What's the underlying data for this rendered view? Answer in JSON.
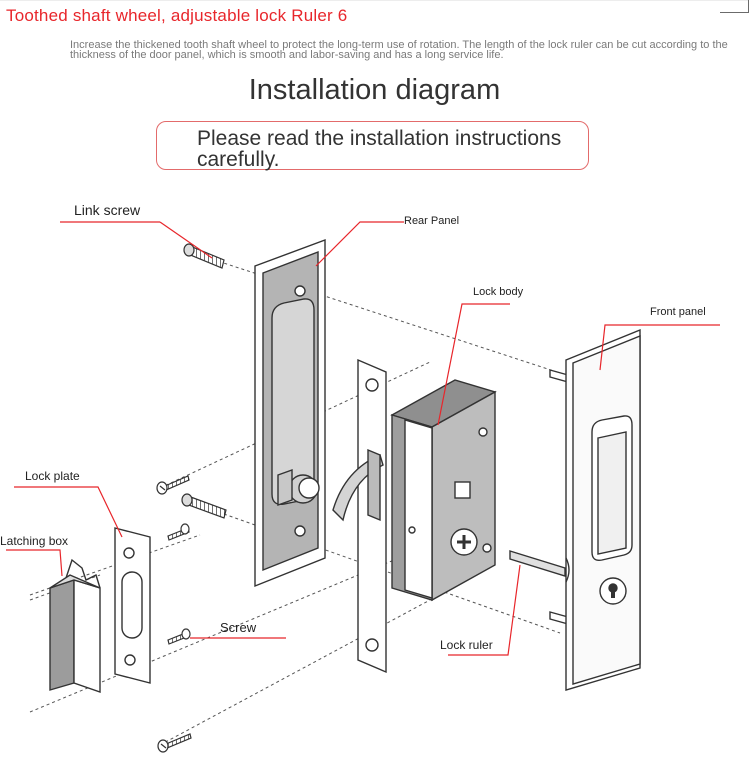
{
  "header": {
    "title": "Toothed shaft wheel, adjustable lock Ruler 6",
    "description": "Increase the thickened tooth shaft wheel to protect the long-term use of rotation. The length of the lock ruler can be cut according to the thickness of the door panel, which is smooth and labor-saving and has a long service life."
  },
  "heading": "Installation diagram",
  "notice": "Please read the installation instructions carefully.",
  "labels": {
    "link_screw": "Link screw",
    "rear_panel": "Rear Panel",
    "lock_body": "Lock body",
    "front_panel": "Front panel",
    "lock_plate": "Lock plate",
    "latching_box": "Latching box",
    "screw": "Screw",
    "lock_ruler": "Lock ruler"
  },
  "colors": {
    "title": "#e8262b",
    "leader": "#e8262b",
    "notice_border": "#e36b6b"
  }
}
